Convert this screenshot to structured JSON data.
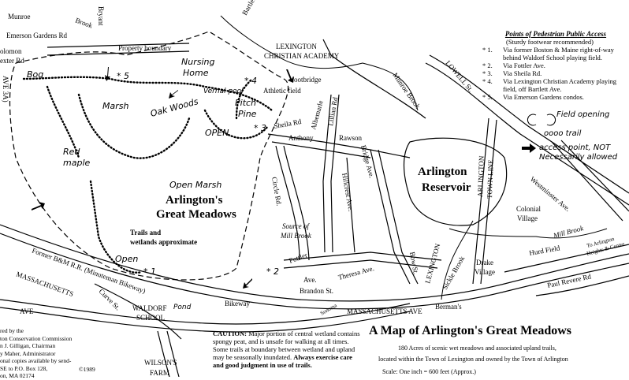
{
  "map": {
    "title": "A Map of Arlington's Great Meadows",
    "subtitle_1": "180 Acres of scenic wet meadows and associated upland trails,",
    "subtitle_2": "located within the Town of Lexington and owned by the Town of Arlington",
    "scale": "Scale: One inch = 600 feet (Approx.)",
    "caution_bold": "CAUTION:",
    "caution_text": "Major portion of central wetland contains spongy peat, and is unsafe for walking at all times. Some trails at boundary between wetland and upland may be seasonally inundated.",
    "caution_bold2": "Always exercise care and good judgment in use of trails.",
    "credits": [
      "red by the",
      "ton Conservation Commission",
      "n J. Gilligan, Chairman",
      "y Maher, Administrator",
      "onal copies available by send-",
      "SE to P.O. Box 128,",
      "on, MA 02174"
    ],
    "copyright": "©1989"
  },
  "legend": {
    "title": "Points of Pedestrian Public Access",
    "note": "(Sturdy footwear recommended)",
    "items": [
      {
        "num": "* 1.",
        "text": "Via former Boston & Maine right-of-way behind Waldorf School playing field."
      },
      {
        "num": "* 2.",
        "text": "Via Fottler Ave."
      },
      {
        "num": "* 3.",
        "text": "Via Sheila Rd."
      },
      {
        "num": "* 4.",
        "text": "Via Lexington Christian Academy playing field, off Bartlett Ave."
      },
      {
        "num": "* 5.",
        "text": "Via Emerson Gardens condos."
      }
    ],
    "hand_field": "Field opening",
    "hand_trail": "oooo trail",
    "hand_access": "access point, NOT Necessarily allowed"
  },
  "labels": {
    "munroe": "Munroe",
    "brook": "Brook",
    "bryant": "Bryant",
    "emerson": "Emerson Gardens Rd",
    "bartlett": "Bartlett Ave.",
    "lca1": "LEXINGTON",
    "lca2": "CHRISTIAN ACADEMY",
    "property": "Property boundary",
    "nursing": "Nursing",
    "home": "Home",
    "bog": "Bog",
    "marsh": "Marsh",
    "oak": "Oak Woods",
    "vernal": "Vernal pool",
    "pitch": "Pitch",
    "pine": "Pine",
    "open1": "OPEN",
    "athletic": "Athletic field",
    "footbridge": "footbridge",
    "red": "Red",
    "maple": "maple",
    "sheila": "Sheila Rd",
    "anthony": "Anthony",
    "rawson": "Rawson",
    "albemarle": "Albemarle",
    "lillian": "Lillian Rd",
    "bridge": "Bridge Ave.",
    "circle": "Circle Rd.",
    "hillcrest": "Hillcrest Ave.",
    "munroebrook": "Munroe Brook",
    "lowell": "LOWELL St.",
    "townline1": "ARLINGTON",
    "townline2": "TOWN LINE",
    "westminster": "Westminster Ave.",
    "reservoir1": "Arlington",
    "reservoir2": "Reservoir",
    "openmarsh": "Open Marsh",
    "gm1": "Arlington's",
    "gm2": "Great Meadows",
    "source1": "Source of",
    "source2": "Mill Brook",
    "trails1": "Trails and",
    "trails2": "wetlands approximate",
    "bm": "Former B&M R.R. (Minuteman Bikeway)",
    "massleft": "MASSACHUSETTS",
    "ave_left": "AVE",
    "curve": "Curve St.",
    "open2": "Open",
    "fottler": "Fottler",
    "fottler2": "Ave.",
    "theresa": "Theresa Ave.",
    "bow": "Bow St.",
    "brandon": "Brandon St.",
    "bikeway": "Bikeway",
    "sonoma": "Sonoma",
    "mass": "MASSACHUSETTS AVE",
    "berman": "Berman's",
    "pond": "Pond",
    "waldorf1": "WALDORF",
    "waldorf2": "SCHOOL",
    "wilson1": "WILSON'S",
    "wilson2": "FARM",
    "lexington": "LEXINGTON",
    "sickle": "Sickle Brook",
    "drake1": "Drake",
    "drake2": "Village",
    "hurd": "Hurd Field",
    "millbrook": "Mill Brook",
    "colonial1": "Colonial",
    "colonial2": "Village",
    "toarl1": "To Arlington",
    "toarl2": "Heights & Center",
    "paulrevere": "Paul Revere Rd",
    "s1": "* 1",
    "s2": "* 2",
    "s3": "* 3",
    "s4": "* 4",
    "s5": "* 5",
    "ave3a": "AVE 3A)",
    "salomon": "olomon",
    "exter": "exter Rd"
  }
}
